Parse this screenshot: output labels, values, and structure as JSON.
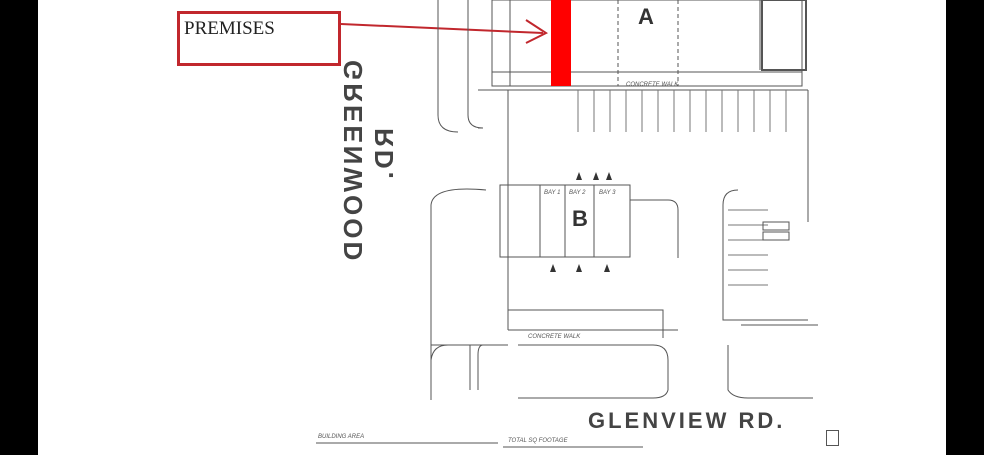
{
  "document": {
    "callout": {
      "label": "PREMISES",
      "color": "#c1272d"
    },
    "premises_highlight_color": "#ff0000",
    "roads": {
      "west": "GREENWOOD RD.",
      "south": "GLENVIEW RD."
    },
    "buildings": {
      "a": "A",
      "b": "B"
    },
    "labels": {
      "concrete_walk_top": "CONCRETE WALK",
      "concrete_walk_bottom": "CONCRETE WALK",
      "bay1": "BAY 1",
      "bay2": "BAY 2",
      "bay3": "BAY 3",
      "footer_left": "BUILDING AREA",
      "footer_right": "TOTAL SQ FOOTAGE"
    }
  }
}
